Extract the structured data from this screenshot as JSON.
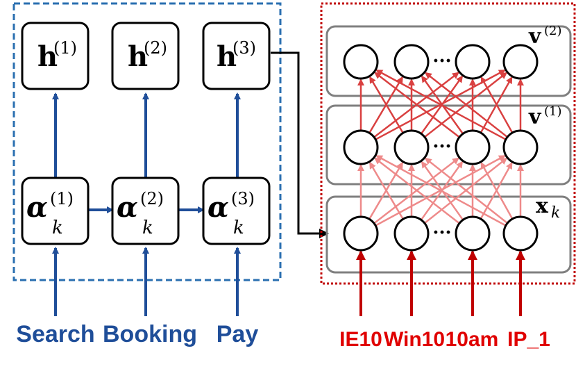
{
  "left_panel": {
    "hidden_nodes": [
      {
        "base": "h",
        "sup": "(1)"
      },
      {
        "base": "h",
        "sup": "(2)"
      },
      {
        "base": "h",
        "sup": "(3)"
      }
    ],
    "attention_nodes": [
      {
        "base": "α",
        "sub": "k",
        "sup": "(1)"
      },
      {
        "base": "α",
        "sub": "k",
        "sup": "(2)"
      },
      {
        "base": "α",
        "sub": "k",
        "sup": "(3)"
      }
    ],
    "inputs": [
      "Search",
      "Booking",
      "Pay"
    ]
  },
  "right_panel": {
    "layers": [
      {
        "base": "v",
        "sup": "(2)"
      },
      {
        "base": "v",
        "sup": "(1)"
      },
      {
        "base": "x",
        "sub": "k"
      }
    ],
    "ellipsis": "···",
    "inputs": [
      "IE10",
      "Win10",
      "10am",
      "IP_1"
    ]
  },
  "colors": {
    "blue": "#1f4e99",
    "blue_dash": "#2a6fb0",
    "red": "#c00000",
    "red_line": "#d94040",
    "red_light": "#ee8a8a",
    "label_blue": "#1f4e99",
    "label_red": "#e00000",
    "gray_box": "#7f7f7f"
  }
}
